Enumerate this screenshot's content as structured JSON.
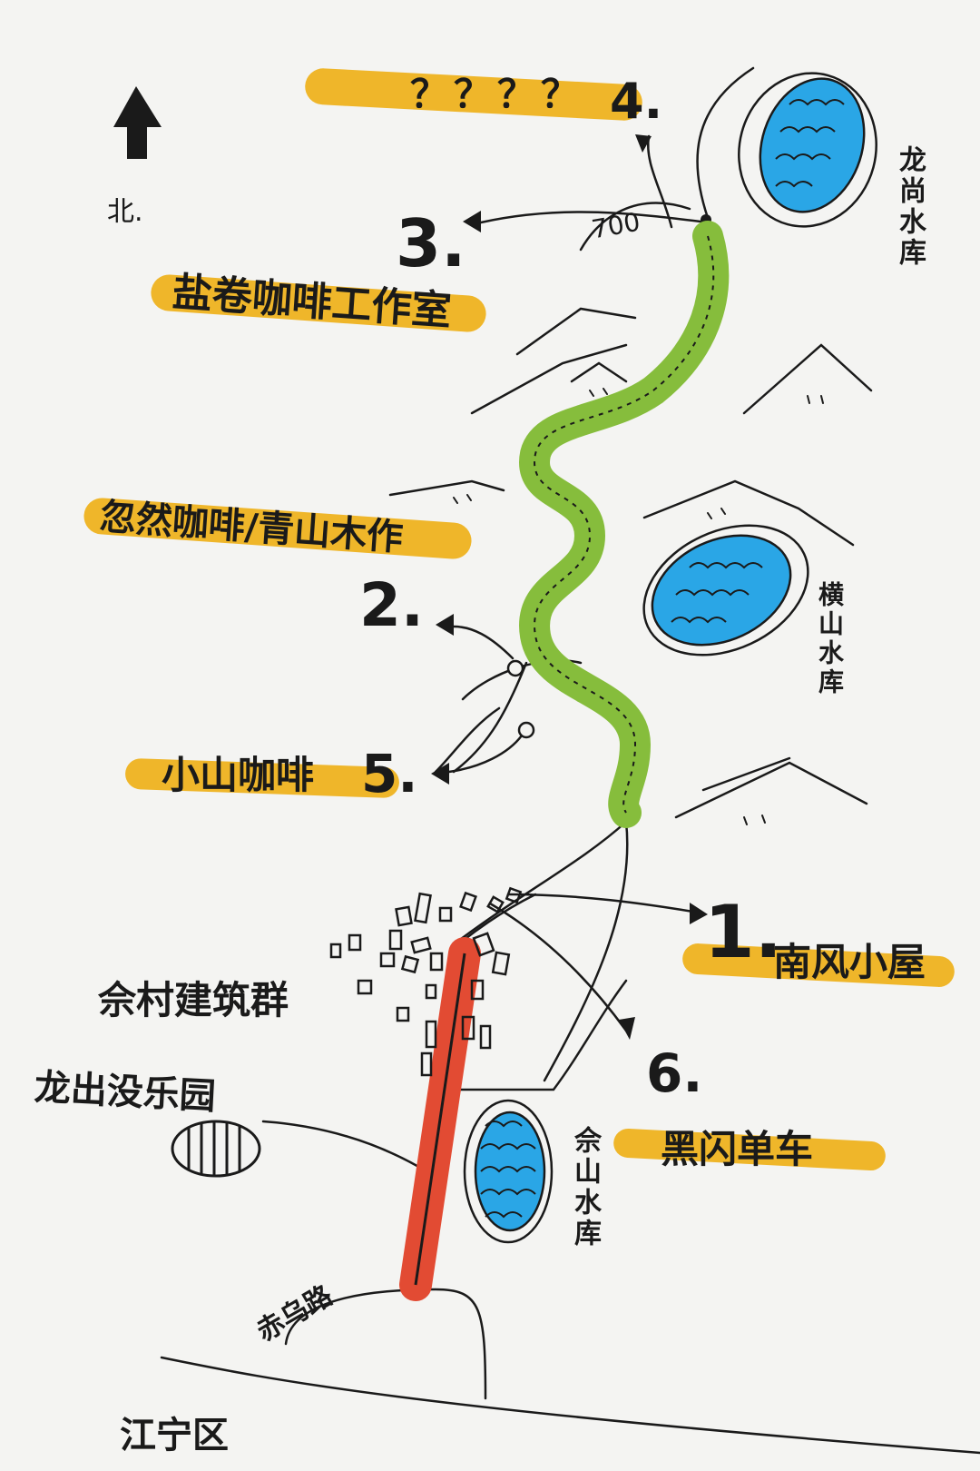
{
  "colors": {
    "highlight": "#efb62a",
    "road_green": "#86bd3c",
    "road_red": "#e24b33",
    "water": "#2aa6e6",
    "ink": "#1a1a1a",
    "paper": "#f4f4f2"
  },
  "compass": {
    "icon": "north-arrow-icon",
    "label": "北."
  },
  "scale_text": "700",
  "stops": [
    {
      "num": "1.",
      "name": "南风小屋"
    },
    {
      "num": "2.",
      "name": "忽然咖啡/青山木作"
    },
    {
      "num": "3.",
      "name": "盐卷咖啡工作室"
    },
    {
      "num": "4.",
      "name": "？？？？"
    },
    {
      "num": "5.",
      "name": "小山咖啡"
    },
    {
      "num": "6.",
      "name": "黑闪单车"
    }
  ],
  "reservoirs": [
    "龙尚水库",
    "横山水库",
    "佘山水库"
  ],
  "places": {
    "village": "佘村建筑群",
    "park": "龙出没乐园",
    "road": "赤乌路",
    "district": "江宁区"
  }
}
